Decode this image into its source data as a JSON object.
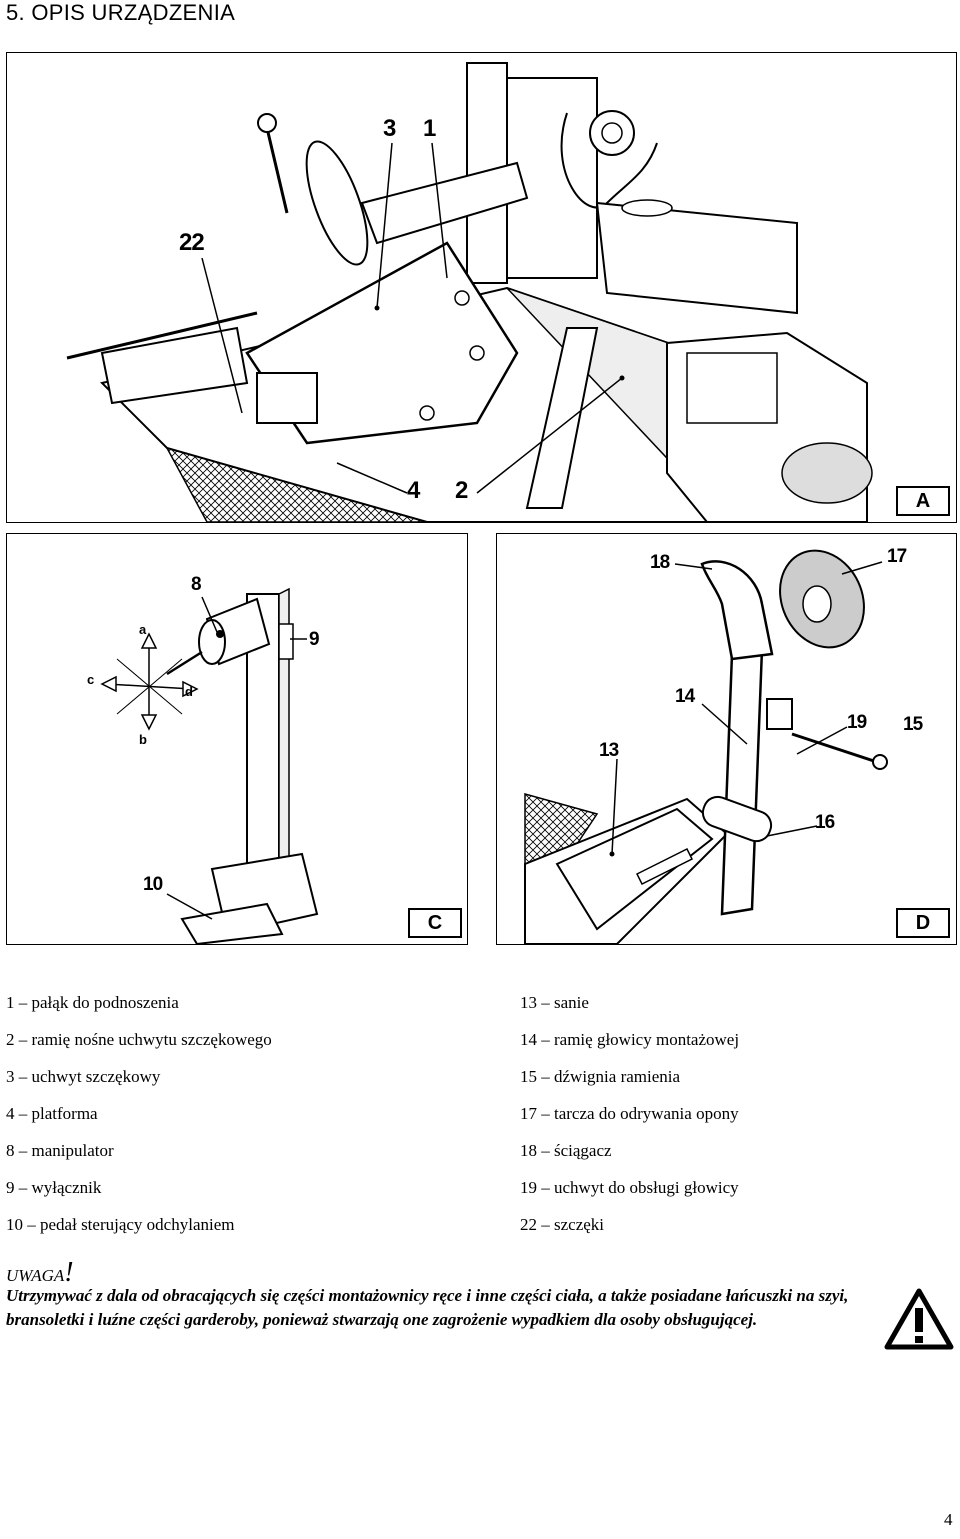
{
  "heading": "5.   OPIS URZĄDZENIA",
  "figures": {
    "A": "A",
    "C": "C",
    "D": "D"
  },
  "callouts_A": [
    "3",
    "1",
    "22",
    "4",
    "2"
  ],
  "callouts_C": [
    "8",
    "9",
    "10"
  ],
  "directions_C": [
    "a",
    "b",
    "c",
    "d"
  ],
  "callouts_D": [
    "18",
    "17",
    "14",
    "13",
    "19",
    "15",
    "16"
  ],
  "legend_left": [
    "1 – pałąk do podnoszenia",
    "2 – ramię nośne uchwytu szczękowego",
    "3 – uchwyt szczękowy",
    "4 – platforma",
    "8 – manipulator",
    "9 – wyłącznik",
    "10 – pedał sterujący odchylaniem"
  ],
  "legend_right": [
    "13 – sanie",
    "14 – ramię głowicy montażowej",
    "15 – dźwignia ramienia",
    "17 – tarcza do odrywania opony",
    "18 – ściągacz",
    "19 – uchwyt do obsługi głowicy",
    "22 – szczęki"
  ],
  "warning": {
    "title": "UWAGA",
    "mark": "!",
    "text": "Utrzymywać z dala od obracających się części montażownicy ręce i inne części ciała, a także posiadane łańcuszki na szyi, bransoletki i luźne części garderoby, ponieważ stwarzają one zagrożenie wypadkiem dla osoby obsługującej."
  },
  "page_number": "4"
}
